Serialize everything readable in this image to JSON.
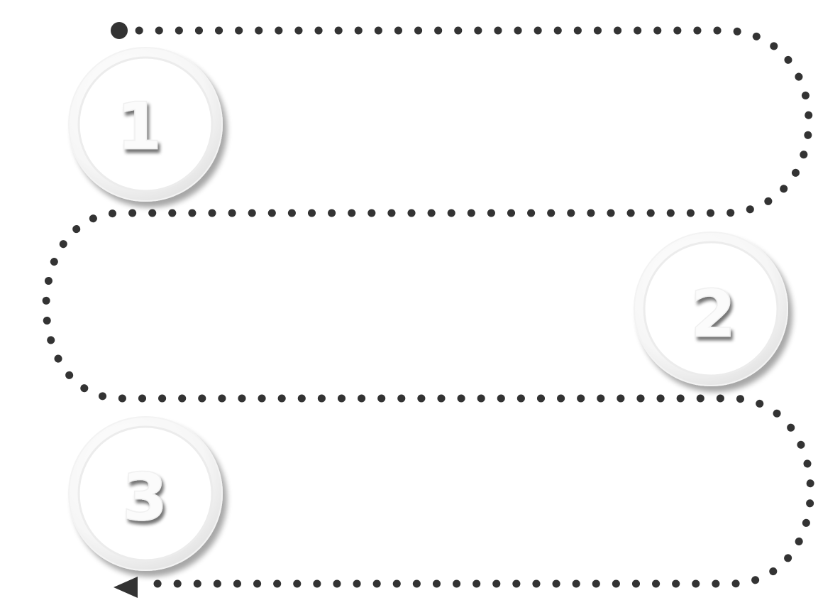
{
  "steps": [
    {
      "number": "1"
    },
    {
      "number": "2"
    },
    {
      "number": "3"
    }
  ],
  "colors": {
    "background": "#ffffff",
    "path_dots": "#333333",
    "badge_ring_light": "#f7f7f7",
    "badge_ring_shadow": "#d6d6d6",
    "number_fill": "#fbfbfb"
  },
  "path": {
    "style": "dotted",
    "start_marker": "filled-circle",
    "end_marker": "left-arrow"
  }
}
